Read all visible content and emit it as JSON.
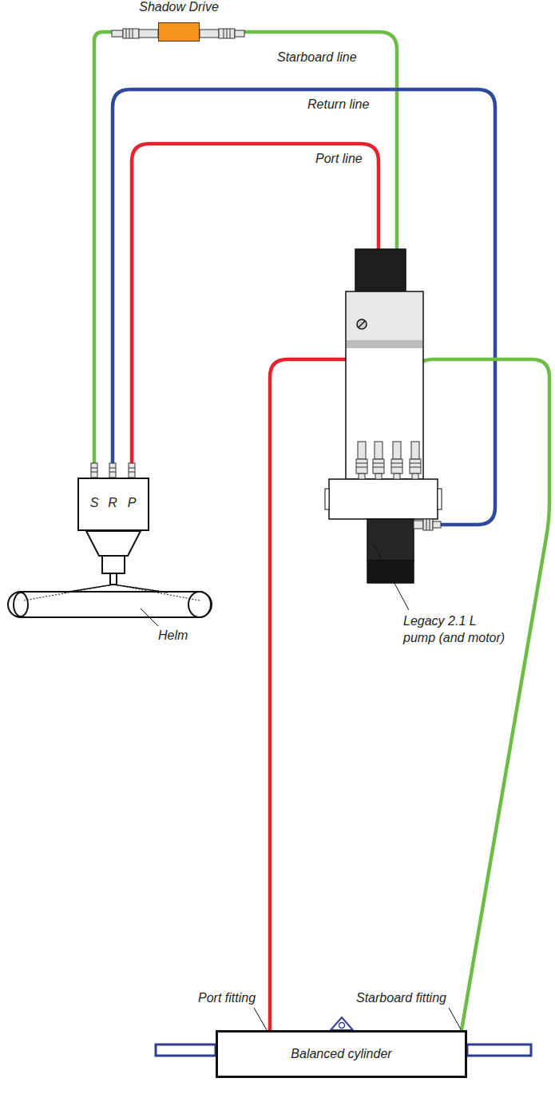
{
  "diagram": {
    "nodes": [
      {
        "text": [
          "Shadow Drive"
        ]
      },
      {
        "text": [
          "S",
          "R",
          "P"
        ]
      },
      {
        "text": [
          "Legacy 2.1 L pump (and motor)"
        ]
      },
      {
        "text": [
          "Balanced cylinder"
        ]
      }
    ],
    "edges": [
      {
        "from": 1,
        "to": 0,
        "arrow": "none"
      },
      {
        "from": 0,
        "to": 2,
        "label": "Starboard line",
        "arrow": "none"
      },
      {
        "from": 1,
        "to": 2,
        "label": "Return line",
        "arrow": "none"
      },
      {
        "from": 1,
        "to": 2,
        "label": "Port line",
        "arrow": "none"
      },
      {
        "from": 2,
        "to": 3,
        "arrow": "none"
      },
      {
        "from": 2,
        "to": 3,
        "arrow": "none"
      }
    ],
    "labels": [
      "Helm",
      "Port fitting",
      "Starboard fitting"
    ]
  }
}
